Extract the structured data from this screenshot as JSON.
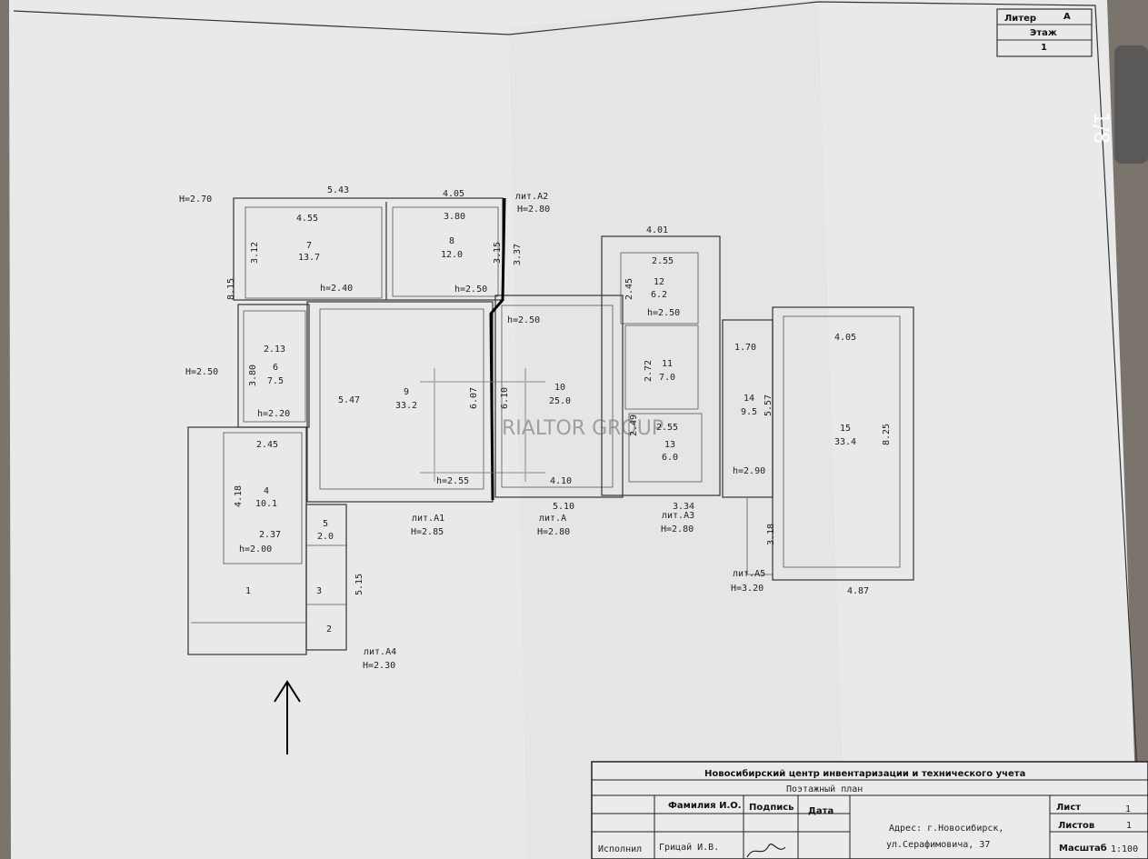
{
  "corner_stamp": {
    "liter_label": "Литер",
    "liter_value": "А",
    "floor_label": "Этаж",
    "floor_value": "1"
  },
  "page_badge": "1/8",
  "watermark": "RIALTOR GROUP",
  "blocks": {
    "A2": {
      "label": "лит.А2",
      "height": "H=2.80"
    },
    "A1": {
      "label": "лит.А1",
      "height": "H=2.85"
    },
    "A": {
      "label": "лит.А",
      "height": "H=2.80"
    },
    "A3": {
      "label": "лит.А3",
      "height": "H=2.80"
    },
    "A5": {
      "label": "лит.А5",
      "height": "H=3.20"
    },
    "A4": {
      "label": "лит.А4",
      "height": "H=2.30"
    }
  },
  "heights": {
    "top_left": "H=2.70",
    "left_mid": "H=2.50"
  },
  "rooms": {
    "r7": {
      "num": "7",
      "area": "13.7",
      "h": "h=2.40"
    },
    "r8": {
      "num": "8",
      "area": "12.0",
      "h": "h=2.50"
    },
    "r6": {
      "num": "6",
      "area": "7.5",
      "h": "h=2.20"
    },
    "r9": {
      "num": "9",
      "area": "33.2",
      "h": "h=2.55"
    },
    "r10": {
      "num": "10",
      "area": "25.0",
      "h": "h=2.50"
    },
    "r12": {
      "num": "12",
      "area": "6.2",
      "h": "h=2.50"
    },
    "r11": {
      "num": "11",
      "area": "7.0"
    },
    "r13": {
      "num": "13",
      "area": "6.0"
    },
    "r14": {
      "num": "14",
      "area": "9.5",
      "h": "h=2.90"
    },
    "r15": {
      "num": "15",
      "area": "33.4"
    },
    "r4": {
      "num": "4",
      "area": "10.1",
      "h": "h=2.00"
    },
    "r5": {
      "num": "5",
      "area": "2.0"
    },
    "r1": {
      "num": "1"
    },
    "r3": {
      "num": "3"
    },
    "r2": {
      "num": "2"
    }
  },
  "dims": {
    "d1": "5.43",
    "d2": "4.05",
    "d3": "4.55",
    "d4": "3.80",
    "d5": "3.12",
    "d6": "8.15",
    "d7": "3.15",
    "d8": "3.37",
    "d9": "2.13",
    "d10": "3.80",
    "d11": "5.47",
    "d12": "6.07",
    "d13": "6.10",
    "d14": "4.01",
    "d15": "2.55",
    "d16": "2.45",
    "d17": "2.72",
    "d18": "1.70",
    "d19": "4.05",
    "d20": "5.57",
    "d21": "2.49",
    "d22": "2.55",
    "d23": "8.25",
    "d24": "2.45",
    "d25": "4.18",
    "d26": "2.37",
    "d27": "4.10",
    "d28": "5.10",
    "d29": "3.34",
    "d30": "3.18",
    "d31": "5.15",
    "d32": "4.87"
  },
  "title_block": {
    "org": "Новосибирский центр инвентаризации и технического учета",
    "doc": "Поэтажный план",
    "col_name": "Фамилия И.О.",
    "col_sign": "Подпись",
    "col_date": "Дата",
    "row_label": "Исполнил",
    "row_name": "Грицай И.В.",
    "sheet_label": "Лист",
    "sheet_value": "1",
    "sheets_label": "Листов",
    "sheets_value": "1",
    "scale_label": "Масштаб",
    "scale_value": "1:100",
    "address_line1": "Адрес: г.Новосибирск,",
    "address_line2": "ул.Серафимовича, 37"
  }
}
